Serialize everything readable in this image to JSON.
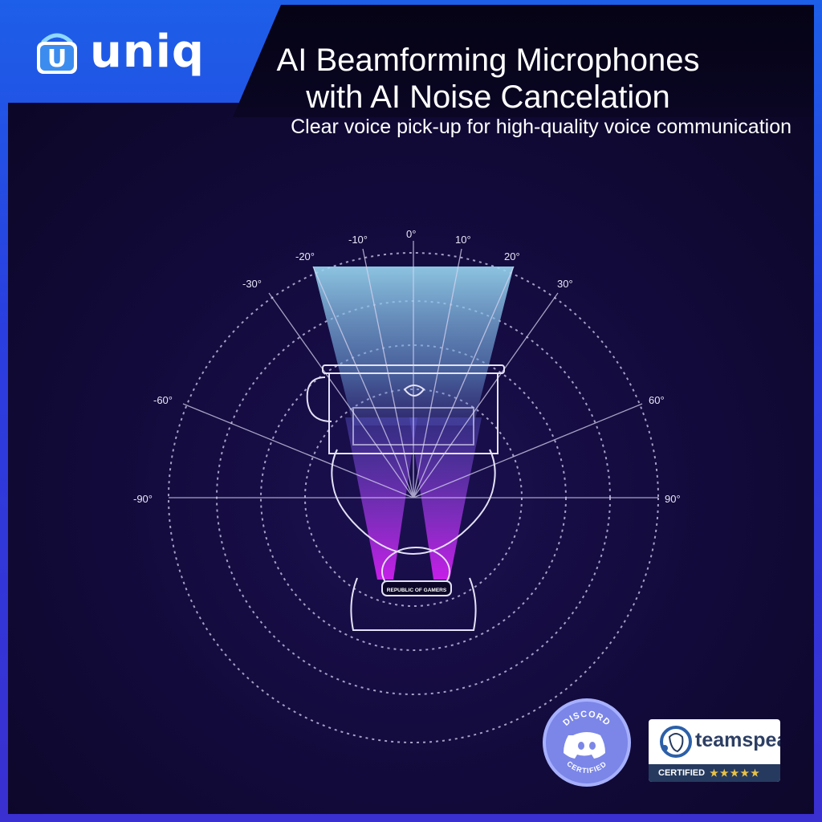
{
  "brand": {
    "name": "uniq",
    "bag_letter": "U"
  },
  "header": {
    "title_line1": "AI Beamforming Microphones",
    "title_line2": "with AI Noise Cancelation",
    "subtitle": "Clear voice pick-up for high-quality voice communication"
  },
  "diagram": {
    "angles": [
      "-90°",
      "-60°",
      "-30°",
      "-20°",
      "-10°",
      "0°",
      "10°",
      "20°",
      "30°",
      "60°",
      "90°"
    ],
    "headband_text": "REPUBLIC OF GAMERS"
  },
  "badges": {
    "discord": {
      "top": "DISCORD",
      "bottom": "CERTIFIED"
    },
    "teamspeak": {
      "name": "teamspeak",
      "certified": "CERTIFIED",
      "stars": "★★★★★"
    }
  },
  "colors": {
    "accent_blue": "#1d5fe8",
    "beam_cyan": "#8fd0f0",
    "beam_magenta": "#c020e0",
    "background": "#120a3a"
  }
}
